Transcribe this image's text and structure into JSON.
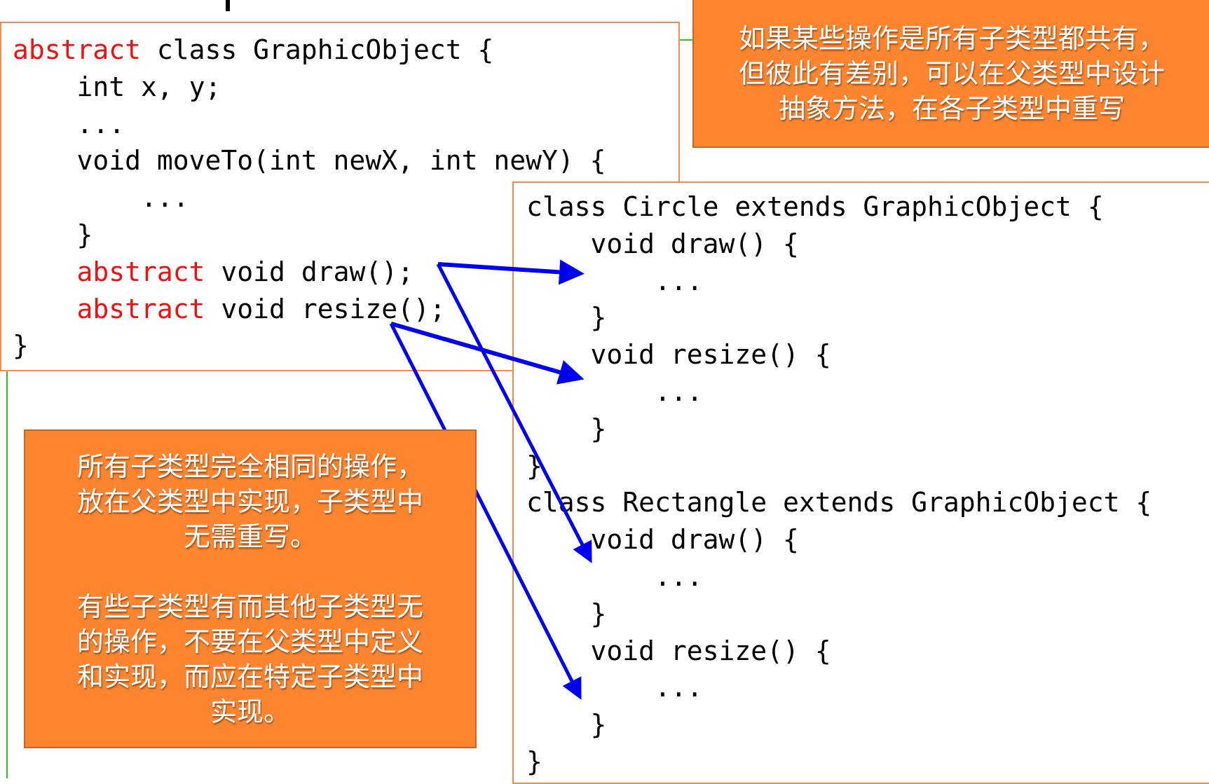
{
  "colors": {
    "keyword": "#ee1111",
    "arrow": "#0000ee",
    "note_bg": "#fd8530",
    "box_border": "#f58b4c",
    "connector": "#22cc22"
  },
  "parent_class": {
    "lines": [
      [
        {
          "kw": true,
          "t": "abstract"
        },
        {
          "t": " class GraphicObject {"
        }
      ],
      [
        {
          "t": "    int x, y;"
        }
      ],
      [
        {
          "t": "    ..."
        }
      ],
      [
        {
          "t": "    void moveTo(int newX, int newY) {"
        }
      ],
      [
        {
          "t": "        ..."
        }
      ],
      [
        {
          "t": "    }"
        }
      ],
      [
        {
          "t": "    "
        },
        {
          "kw": true,
          "t": "abstract"
        },
        {
          "t": " void draw();"
        }
      ],
      [
        {
          "t": "    "
        },
        {
          "kw": true,
          "t": "abstract"
        },
        {
          "t": " void resize();"
        }
      ],
      [
        {
          "t": "}"
        }
      ]
    ]
  },
  "subclasses": {
    "lines": [
      [
        {
          "t": "class Circle extends GraphicObject {"
        }
      ],
      [
        {
          "t": "    void draw() {"
        }
      ],
      [
        {
          "t": "        ..."
        }
      ],
      [
        {
          "t": "    }"
        }
      ],
      [
        {
          "t": "    void resize() {"
        }
      ],
      [
        {
          "t": "        ..."
        }
      ],
      [
        {
          "t": "    }"
        }
      ],
      [
        {
          "t": "}"
        }
      ],
      [
        {
          "t": "class Rectangle extends GraphicObject {"
        }
      ],
      [
        {
          "t": "    void draw() {"
        }
      ],
      [
        {
          "t": "        ..."
        }
      ],
      [
        {
          "t": "    }"
        }
      ],
      [
        {
          "t": "    void resize() {"
        }
      ],
      [
        {
          "t": "        ..."
        }
      ],
      [
        {
          "t": "    }"
        }
      ],
      [
        {
          "t": "}"
        }
      ]
    ]
  },
  "note_top": {
    "lines": [
      "如果某些操作是所有子类型都共有，",
      "但彼此有差别，可以在父类型中设计",
      "抽象方法，在各子类型中重写"
    ]
  },
  "note_bottom": {
    "para1": [
      "所有子类型完全相同的操作，",
      "放在父类型中实现，子类型中",
      "无需重写。"
    ],
    "para2": [
      "有些子类型有而其他子类型无",
      "的操作，不要在父类型中定义",
      "和实现，而应在特定子类型中",
      "实现。"
    ]
  }
}
